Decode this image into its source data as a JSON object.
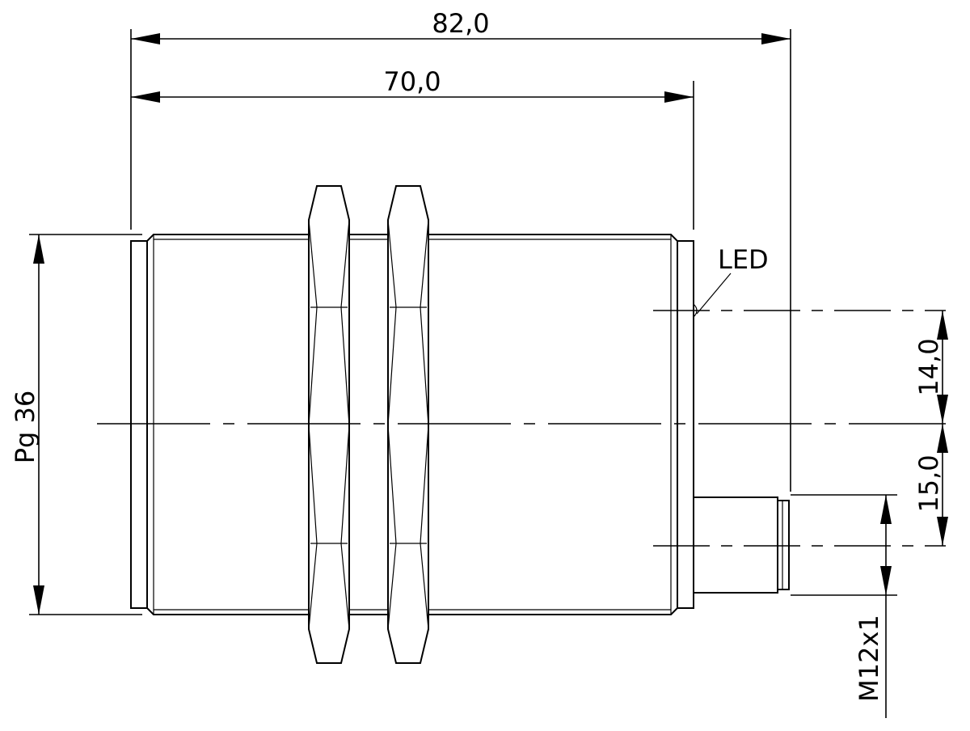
{
  "dimensions": {
    "overall_length": "82,0",
    "body_length": "70,0",
    "thread_size": "Pg 36",
    "led_offset": "14,0",
    "connector_offset": "15,0",
    "connector_thread": "M12x1"
  },
  "annotations": {
    "led": "LED"
  }
}
